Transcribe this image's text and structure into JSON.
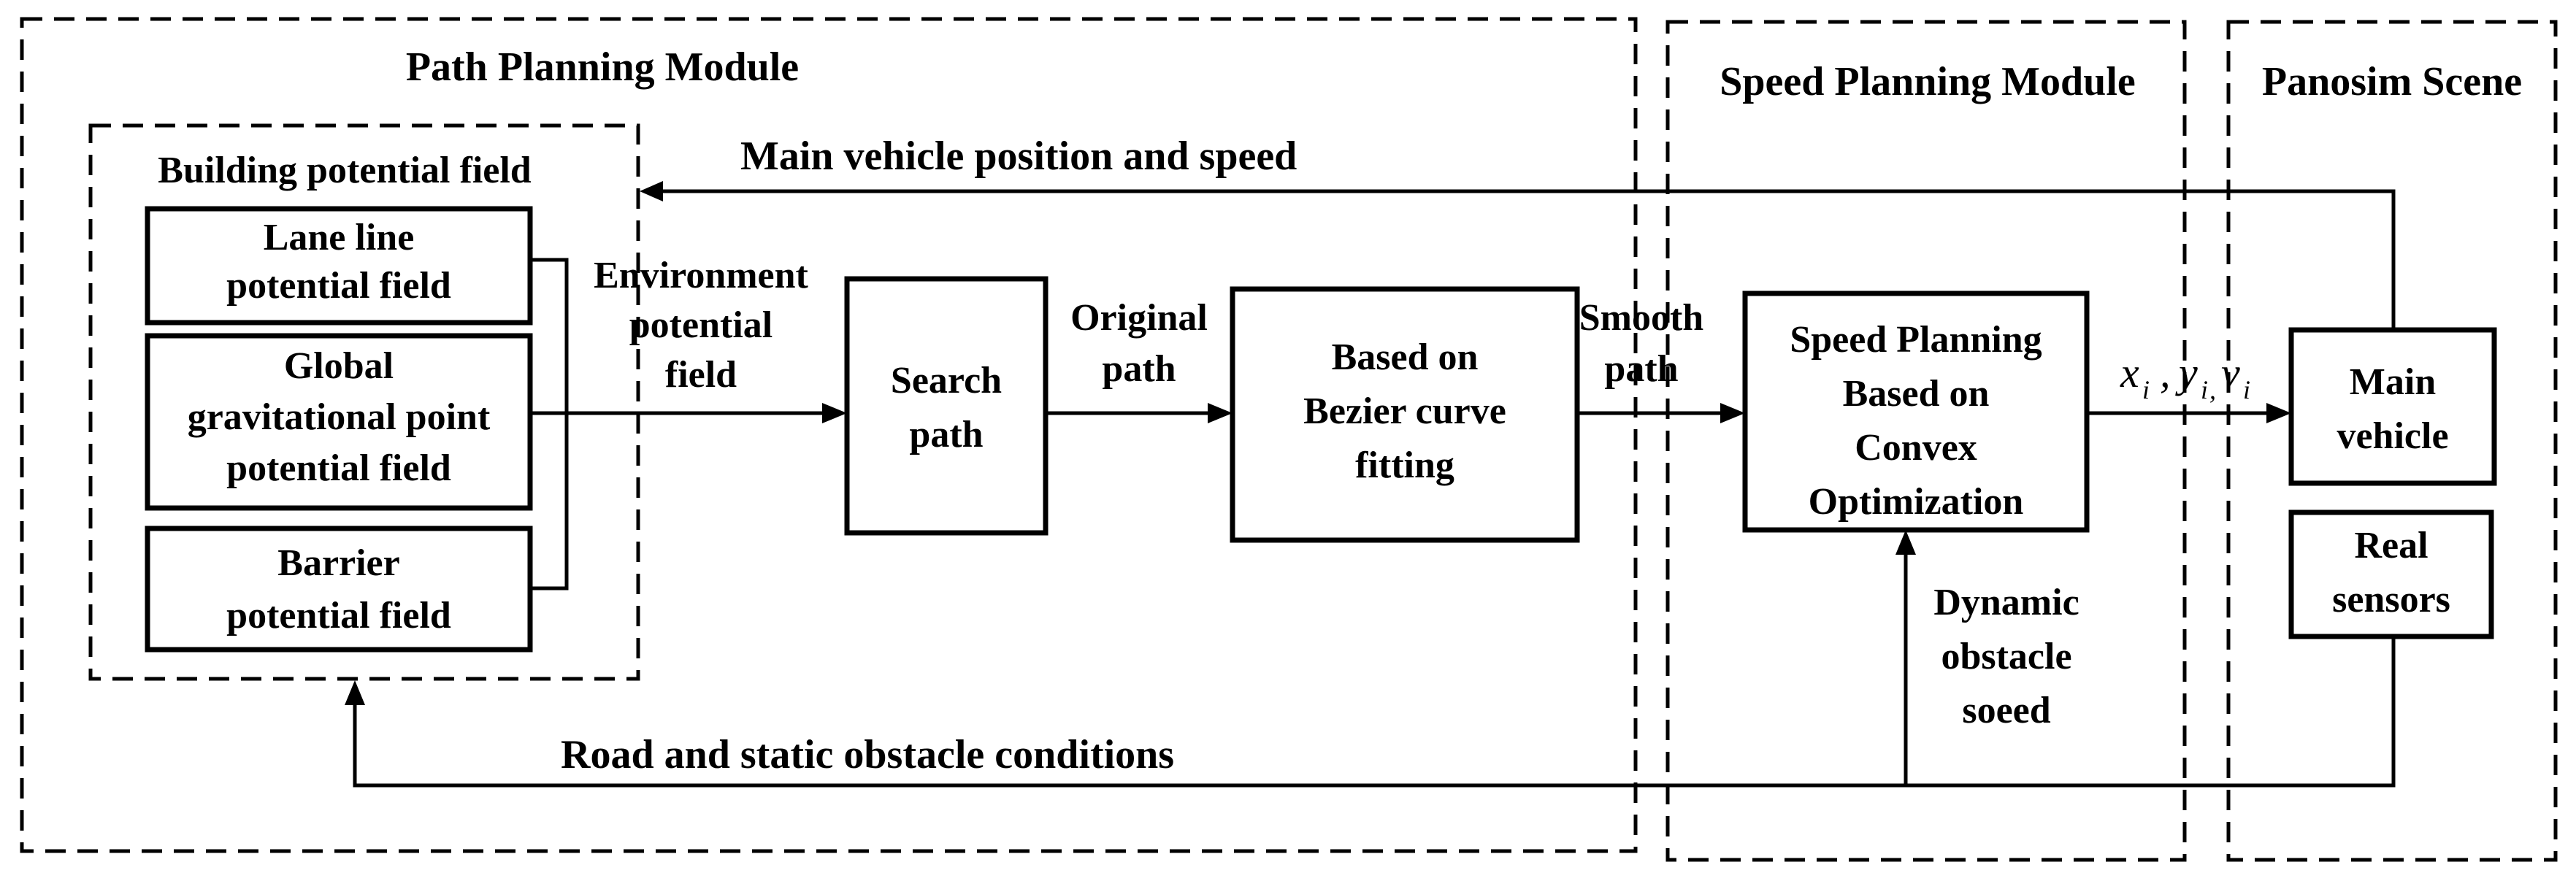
{
  "modules": {
    "path_planning": "Path Planning Module",
    "speed_planning": "Speed Planning Module",
    "panosim": "Panosim Scene"
  },
  "building": {
    "title": "Building  potential field",
    "lane": [
      "Lane line",
      "potential field"
    ],
    "global": [
      "Global",
      "gravitational point",
      "potential field"
    ],
    "barrier": [
      "Barrier",
      "potential field"
    ]
  },
  "blocks": {
    "search": [
      "Search",
      "path"
    ],
    "bezier": [
      "Based on",
      "Bezier curve",
      "fitting"
    ],
    "speed": [
      "Speed Planning",
      "Based on",
      "Convex",
      "Optimization"
    ],
    "main_vehicle": [
      "Main",
      "vehicle"
    ],
    "real_sensors": [
      "Real",
      "sensors"
    ]
  },
  "edges": {
    "environment": [
      "Environment",
      "potential",
      "field"
    ],
    "original": [
      "Original",
      "path"
    ],
    "smooth": [
      "Smooth",
      "path"
    ],
    "dynamic": [
      "Dynamic",
      "obstacle",
      "soeed"
    ],
    "feedback_top": "Main vehicle position and speed",
    "feedback_bottom": "Road and static obstacle conditions",
    "state_vars": {
      "x": "x",
      "y": "y",
      "v": "v",
      "sub": "i",
      "sep1": ",",
      "sep2": ",",
      "sep3": ","
    }
  }
}
